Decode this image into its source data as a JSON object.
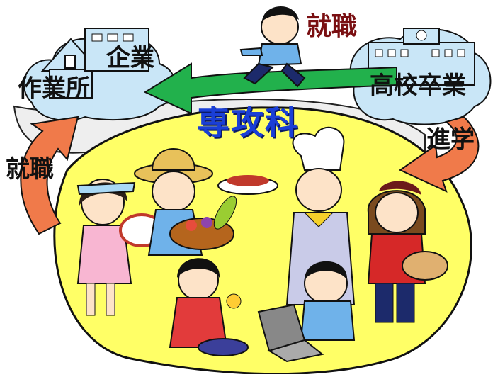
{
  "labels": {
    "top_employment": "就職",
    "left_employment": "就職",
    "company": "企業",
    "workplace": "作業所",
    "hs_graduation": "高校卒業",
    "advancement": "進学",
    "specialty": "専攻科"
  },
  "colors": {
    "cloud_blue": "#c9e6f7",
    "blob_yellow": "#ffff66",
    "arrow_green": "#22b14c",
    "arrow_orange": "#f07a4a",
    "title_blue": "#1a3fd6",
    "label_red": "#7a0f12"
  }
}
